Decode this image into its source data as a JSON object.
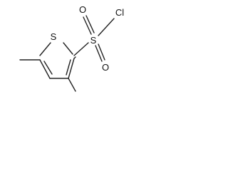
{
  "molecule": {
    "atoms": {
      "ring_sulfur": "S",
      "sulfonyl_sulfur": "S",
      "oxygen_top": "O",
      "oxygen_bottom": "O",
      "chlorine": "Cl"
    }
  }
}
